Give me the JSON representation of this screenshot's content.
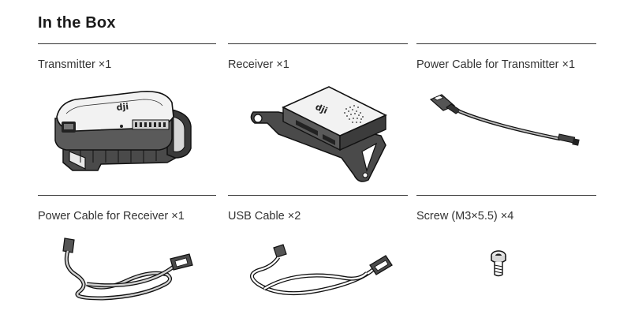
{
  "heading": "In the Box",
  "items": [
    {
      "label": "Transmitter ×1",
      "icon": "transmitter-icon"
    },
    {
      "label": "Receiver ×1",
      "icon": "receiver-icon"
    },
    {
      "label": "Power Cable for Transmitter ×1",
      "icon": "transmitter-power-cable-icon"
    },
    {
      "label": "Power Cable for Receiver ×1",
      "icon": "receiver-power-cable-icon"
    },
    {
      "label": "USB Cable ×2",
      "icon": "usb-cable-icon"
    },
    {
      "label": "Screw (M3×5.5) ×4",
      "icon": "screw-icon"
    }
  ],
  "logo_text": "dji"
}
